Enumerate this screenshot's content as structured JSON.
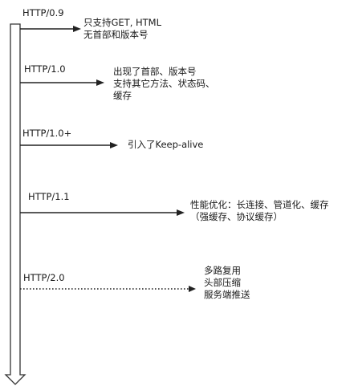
{
  "versions": [
    {
      "name": "HTTP/0.9",
      "style": "solid",
      "lines": [
        "只支持GET, HTML",
        "无首部和版本号"
      ]
    },
    {
      "name": "HTTP/1.0",
      "style": "solid",
      "lines": [
        "出现了首部、版本号",
        "支持其它方法、状态码、",
        "缓存"
      ]
    },
    {
      "name": "HTTP/1.0+",
      "style": "solid",
      "lines": [
        "引入了Keep-alive"
      ]
    },
    {
      "name": "HTTP/1.1",
      "style": "solid",
      "lines": [
        "性能优化：长连接、管道化、缓存",
        "（强缓存、协议缓存）"
      ]
    },
    {
      "name": "HTTP/2.0",
      "style": "dotted",
      "lines": [
        "多路复用",
        "头部压缩",
        "服务端推送"
      ]
    }
  ]
}
